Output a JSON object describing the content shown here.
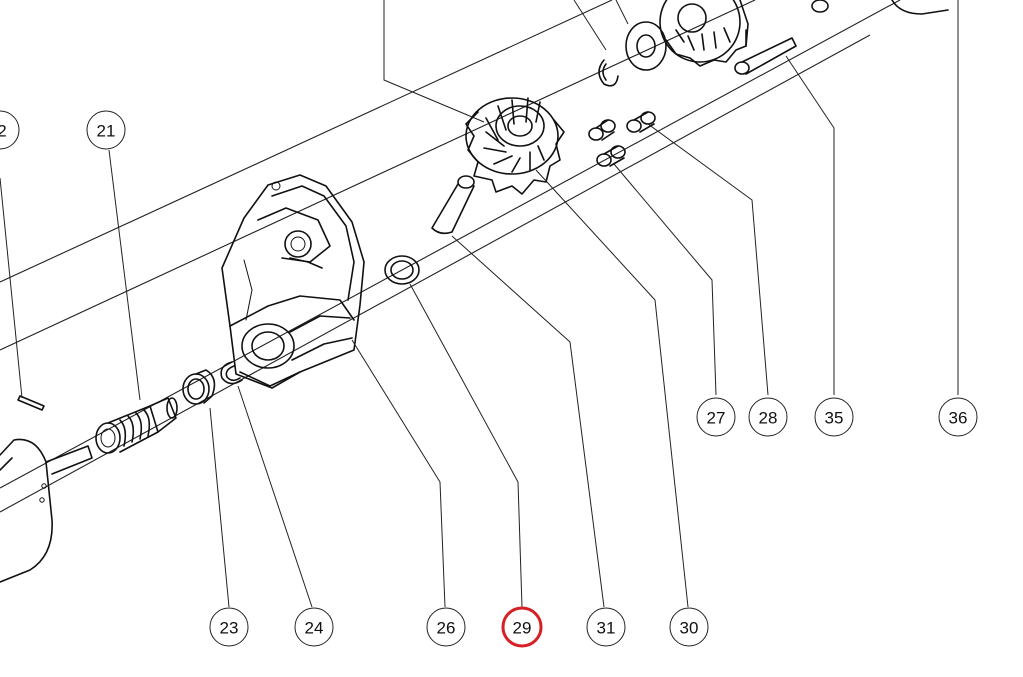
{
  "highlight": {
    "label": "29",
    "color": "#d61f26"
  },
  "callouts": [
    {
      "label": "21"
    },
    {
      "label": "2"
    },
    {
      "label": "23"
    },
    {
      "label": "24"
    },
    {
      "label": "26"
    },
    {
      "label": "29"
    },
    {
      "label": "31"
    },
    {
      "label": "30"
    },
    {
      "label": "27"
    },
    {
      "label": "28"
    },
    {
      "label": "35"
    },
    {
      "label": "36"
    }
  ]
}
